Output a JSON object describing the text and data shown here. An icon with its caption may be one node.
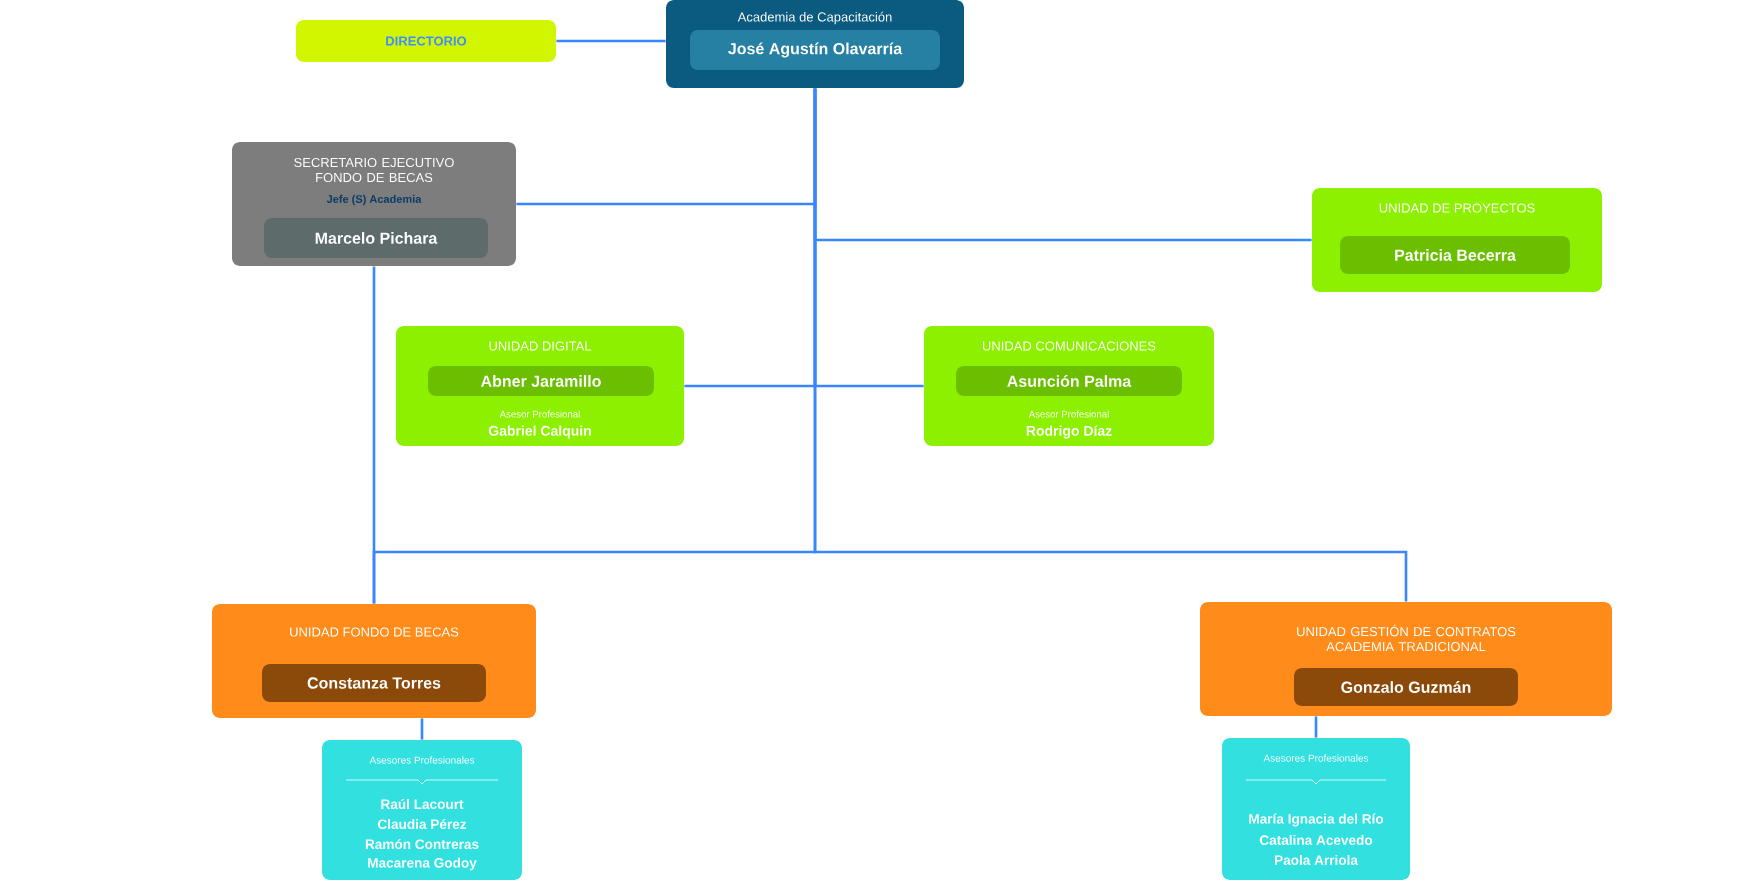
{
  "diagram": {
    "nodes": [
      {
        "text": [
          "Academia de Capacitación"
        ]
      },
      {
        "text": [
          "José Agustín Olavarría"
        ],
        "in": 0
      },
      {
        "text": [
          "DIRECTORIO"
        ]
      },
      {
        "text": [
          "SECRETARIO EJECUTIVO FONDO DE BECAS",
          "Jefe (S) Academia"
        ]
      },
      {
        "text": [
          "Marcelo Pichara"
        ],
        "in": 3
      },
      {
        "text": [
          "UNIDAD DE PROYECTOS"
        ]
      },
      {
        "text": [
          "Patricia Becerra"
        ],
        "in": 5
      },
      {
        "text": [
          "UNIDAD DIGITAL",
          "Asesor Profesional",
          "Gabriel Calquin"
        ]
      },
      {
        "text": [
          "Abner Jaramillo"
        ],
        "in": 7
      },
      {
        "text": [
          "UNIDAD COMUNICACIONES",
          "Asesor Profesional",
          "Rodrigo Díaz"
        ]
      },
      {
        "text": [
          "Asunción Palma"
        ],
        "in": 9
      },
      {
        "text": [
          "UNIDAD FONDO DE BECAS"
        ]
      },
      {
        "text": [
          "Constanza Torres"
        ],
        "in": 11
      },
      {
        "text": [
          "UNIDAD GESTIÓN DE CONTRATOS ACADEMIA TRADICIONAL"
        ]
      },
      {
        "text": [
          "Gonzalo Guzmán"
        ],
        "in": 13
      },
      {
        "text": [
          "Asesores Profesionales",
          "Raúl Lacourt",
          "Claudia Pérez",
          "Ramón Contreras",
          "Macarena Godoy"
        ]
      },
      {
        "text": [
          "Asesores Profesionales",
          "María Ignacia del Río",
          "Catalina Acevedo",
          "Paola Arriola"
        ]
      }
    ],
    "edges": [
      {
        "from": 0,
        "to": 2,
        "arrow": "none"
      },
      {
        "from": 0,
        "to": 3,
        "arrow": "none"
      },
      {
        "from": 0,
        "to": 5,
        "arrow": "none"
      },
      {
        "from": 0,
        "to": 7,
        "arrow": "none"
      },
      {
        "from": 0,
        "to": 9,
        "arrow": "none"
      },
      {
        "from": 0,
        "to": 11,
        "arrow": "none"
      },
      {
        "from": 0,
        "to": 13,
        "arrow": "none"
      },
      {
        "from": 3,
        "to": 11,
        "arrow": "none"
      },
      {
        "from": 11,
        "to": 15,
        "arrow": "none"
      },
      {
        "from": 13,
        "to": 16,
        "arrow": "none"
      }
    ]
  }
}
